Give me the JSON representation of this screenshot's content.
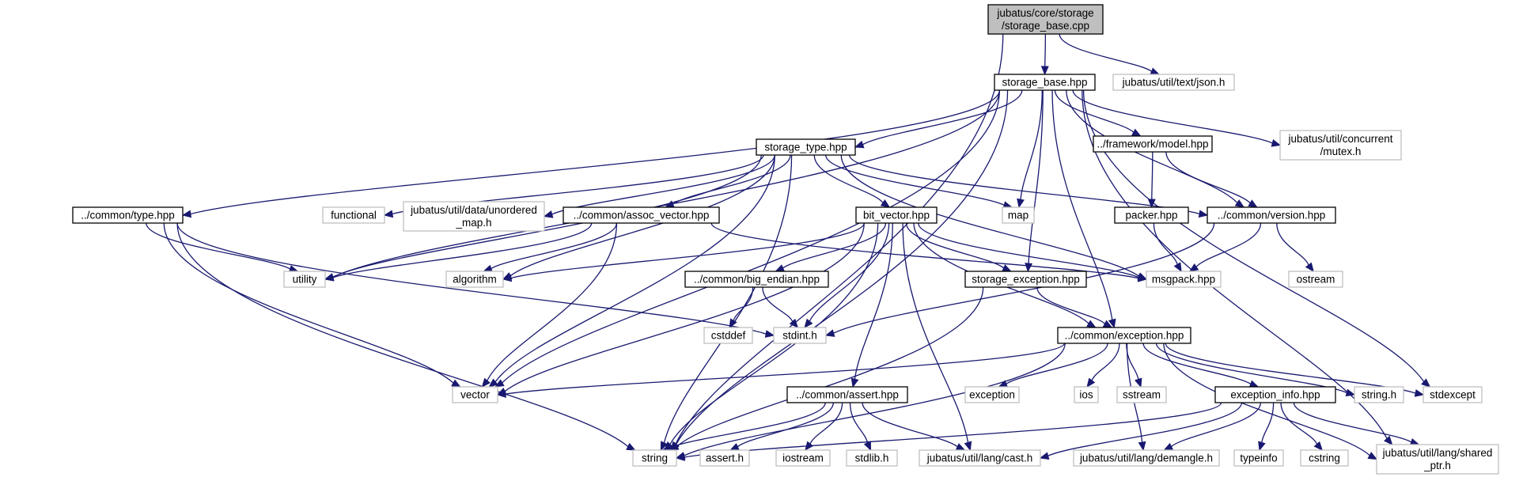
{
  "diagram": {
    "nodes": [
      {
        "id": "root",
        "lines": [
          "jubatus/core/storage",
          "/storage_base.cpp"
        ],
        "kind": "root"
      },
      {
        "id": "storage_base",
        "lines": [
          "storage_base.hpp"
        ],
        "kind": "doc"
      },
      {
        "id": "json",
        "lines": [
          "jubatus/util/text/json.h"
        ],
        "kind": "ext"
      },
      {
        "id": "storage_type",
        "lines": [
          "storage_type.hpp"
        ],
        "kind": "doc"
      },
      {
        "id": "model",
        "lines": [
          "../framework/model.hpp"
        ],
        "kind": "doc"
      },
      {
        "id": "mutex",
        "lines": [
          "jubatus/util/concurrent",
          "/mutex.h"
        ],
        "kind": "ext"
      },
      {
        "id": "type",
        "lines": [
          "../common/type.hpp"
        ],
        "kind": "doc"
      },
      {
        "id": "functional",
        "lines": [
          "functional"
        ],
        "kind": "ext"
      },
      {
        "id": "unordered_map",
        "lines": [
          "jubatus/util/data/unordered",
          "_map.h"
        ],
        "kind": "ext"
      },
      {
        "id": "assoc_vector",
        "lines": [
          "../common/assoc_vector.hpp"
        ],
        "kind": "doc"
      },
      {
        "id": "bit_vector",
        "lines": [
          "bit_vector.hpp"
        ],
        "kind": "doc"
      },
      {
        "id": "map",
        "lines": [
          "map"
        ],
        "kind": "ext"
      },
      {
        "id": "packer",
        "lines": [
          "packer.hpp"
        ],
        "kind": "doc"
      },
      {
        "id": "version",
        "lines": [
          "../common/version.hpp"
        ],
        "kind": "doc"
      },
      {
        "id": "utility",
        "lines": [
          "utility"
        ],
        "kind": "ext"
      },
      {
        "id": "algorithm",
        "lines": [
          "algorithm"
        ],
        "kind": "ext"
      },
      {
        "id": "big_endian",
        "lines": [
          "../common/big_endian.hpp"
        ],
        "kind": "doc"
      },
      {
        "id": "storage_exception",
        "lines": [
          "storage_exception.hpp"
        ],
        "kind": "doc"
      },
      {
        "id": "msgpack",
        "lines": [
          "msgpack.hpp"
        ],
        "kind": "ext"
      },
      {
        "id": "ostream",
        "lines": [
          "ostream"
        ],
        "kind": "ext"
      },
      {
        "id": "cstddef",
        "lines": [
          "cstddef"
        ],
        "kind": "ext"
      },
      {
        "id": "stdint",
        "lines": [
          "stdint.h"
        ],
        "kind": "ext"
      },
      {
        "id": "exception_hpp",
        "lines": [
          "../common/exception.hpp"
        ],
        "kind": "doc"
      },
      {
        "id": "vector",
        "lines": [
          "vector"
        ],
        "kind": "ext"
      },
      {
        "id": "assert_hpp",
        "lines": [
          "../common/assert.hpp"
        ],
        "kind": "doc"
      },
      {
        "id": "exception",
        "lines": [
          "exception"
        ],
        "kind": "ext"
      },
      {
        "id": "ios",
        "lines": [
          "ios"
        ],
        "kind": "ext"
      },
      {
        "id": "sstream",
        "lines": [
          "sstream"
        ],
        "kind": "ext"
      },
      {
        "id": "exception_info",
        "lines": [
          "exception_info.hpp"
        ],
        "kind": "doc"
      },
      {
        "id": "string_h",
        "lines": [
          "string.h"
        ],
        "kind": "ext"
      },
      {
        "id": "stdexcept",
        "lines": [
          "stdexcept"
        ],
        "kind": "ext"
      },
      {
        "id": "string",
        "lines": [
          "string"
        ],
        "kind": "ext"
      },
      {
        "id": "assert_h",
        "lines": [
          "assert.h"
        ],
        "kind": "ext"
      },
      {
        "id": "iostream",
        "lines": [
          "iostream"
        ],
        "kind": "ext"
      },
      {
        "id": "stdlib",
        "lines": [
          "stdlib.h"
        ],
        "kind": "ext"
      },
      {
        "id": "cast",
        "lines": [
          "jubatus/util/lang/cast.h"
        ],
        "kind": "ext"
      },
      {
        "id": "demangle",
        "lines": [
          "jubatus/util/lang/demangle.h"
        ],
        "kind": "ext"
      },
      {
        "id": "typeinfo",
        "lines": [
          "typeinfo"
        ],
        "kind": "ext"
      },
      {
        "id": "cstring",
        "lines": [
          "cstring"
        ],
        "kind": "ext"
      },
      {
        "id": "shared_ptr",
        "lines": [
          "jubatus/util/lang/shared",
          "_ptr.h"
        ],
        "kind": "ext"
      }
    ],
    "edges": [
      [
        "root",
        "storage_base"
      ],
      [
        "root",
        "json"
      ],
      [
        "root",
        "string"
      ],
      [
        "storage_base",
        "storage_type"
      ],
      [
        "storage_base",
        "model"
      ],
      [
        "storage_base",
        "mutex"
      ],
      [
        "storage_base",
        "type"
      ],
      [
        "storage_base",
        "map"
      ],
      [
        "storage_base",
        "utility"
      ],
      [
        "storage_base",
        "vector"
      ],
      [
        "storage_base",
        "string"
      ],
      [
        "storage_base",
        "storage_exception"
      ],
      [
        "storage_base",
        "exception_hpp"
      ],
      [
        "storage_base",
        "version"
      ],
      [
        "storage_base",
        "stdexcept"
      ],
      [
        "storage_base",
        "shared_ptr"
      ],
      [
        "storage_type",
        "functional"
      ],
      [
        "storage_type",
        "unordered_map"
      ],
      [
        "storage_type",
        "assoc_vector"
      ],
      [
        "storage_type",
        "bit_vector"
      ],
      [
        "storage_type",
        "map"
      ],
      [
        "storage_type",
        "version"
      ],
      [
        "storage_type",
        "utility"
      ],
      [
        "storage_type",
        "algorithm"
      ],
      [
        "storage_type",
        "vector"
      ],
      [
        "storage_type",
        "string"
      ],
      [
        "storage_type",
        "msgpack"
      ],
      [
        "model",
        "packer"
      ],
      [
        "model",
        "version"
      ],
      [
        "packer",
        "msgpack"
      ],
      [
        "version",
        "msgpack"
      ],
      [
        "version",
        "ostream"
      ],
      [
        "version",
        "stdint"
      ],
      [
        "type",
        "utility"
      ],
      [
        "type",
        "vector"
      ],
      [
        "type",
        "string"
      ],
      [
        "type",
        "stdint"
      ],
      [
        "assoc_vector",
        "utility"
      ],
      [
        "assoc_vector",
        "algorithm"
      ],
      [
        "assoc_vector",
        "vector"
      ],
      [
        "assoc_vector",
        "msgpack"
      ],
      [
        "bit_vector",
        "algorithm"
      ],
      [
        "bit_vector",
        "big_endian"
      ],
      [
        "bit_vector",
        "stdint"
      ],
      [
        "bit_vector",
        "storage_exception"
      ],
      [
        "bit_vector",
        "msgpack"
      ],
      [
        "bit_vector",
        "exception_hpp"
      ],
      [
        "bit_vector",
        "vector"
      ],
      [
        "bit_vector",
        "string"
      ],
      [
        "bit_vector",
        "assert_hpp"
      ],
      [
        "bit_vector",
        "cast"
      ],
      [
        "big_endian",
        "cstddef"
      ],
      [
        "big_endian",
        "stdint"
      ],
      [
        "storage_exception",
        "exception_hpp"
      ],
      [
        "storage_exception",
        "string"
      ],
      [
        "exception_hpp",
        "vector"
      ],
      [
        "exception_hpp",
        "string"
      ],
      [
        "exception_hpp",
        "exception"
      ],
      [
        "exception_hpp",
        "ios"
      ],
      [
        "exception_hpp",
        "sstream"
      ],
      [
        "exception_hpp",
        "exception_info"
      ],
      [
        "exception_hpp",
        "string_h"
      ],
      [
        "exception_hpp",
        "stdexcept"
      ],
      [
        "exception_hpp",
        "demangle"
      ],
      [
        "exception_hpp",
        "shared_ptr"
      ],
      [
        "assert_hpp",
        "string"
      ],
      [
        "assert_hpp",
        "assert_h"
      ],
      [
        "assert_hpp",
        "iostream"
      ],
      [
        "assert_hpp",
        "stdlib"
      ],
      [
        "assert_hpp",
        "cast"
      ],
      [
        "exception_info",
        "string"
      ],
      [
        "exception_info",
        "cast"
      ],
      [
        "exception_info",
        "demangle"
      ],
      [
        "exception_info",
        "typeinfo"
      ],
      [
        "exception_info",
        "cstring"
      ],
      [
        "exception_info",
        "shared_ptr"
      ]
    ]
  }
}
